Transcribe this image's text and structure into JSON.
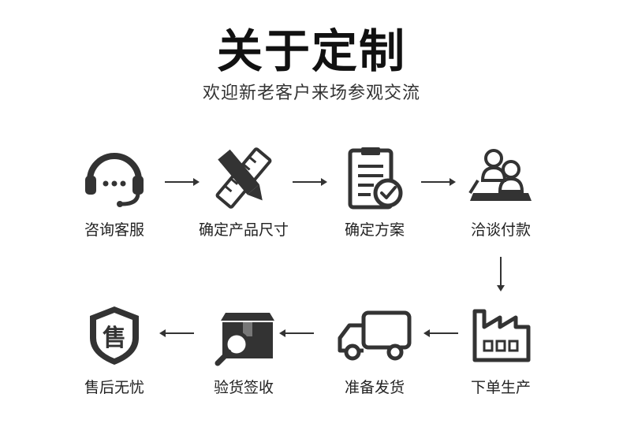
{
  "header": {
    "title": "关于定制",
    "subtitle": "欢迎新老客户来场参观交流"
  },
  "process": {
    "row1": [
      {
        "label": "咨询客服",
        "icon": "headset-icon"
      },
      {
        "label": "确定产品尺寸",
        "icon": "pencil-ruler-icon"
      },
      {
        "label": "确定方案",
        "icon": "clipboard-check-icon"
      },
      {
        "label": "洽谈付款",
        "icon": "meeting-people-icon"
      }
    ],
    "row2": [
      {
        "label": "售后无忧",
        "icon": "after-sales-shield-icon"
      },
      {
        "label": "验货签收",
        "icon": "box-inspect-icon"
      },
      {
        "label": "准备发货",
        "icon": "delivery-truck-icon"
      },
      {
        "label": "下单生产",
        "icon": "factory-icon"
      }
    ]
  },
  "badge_text": "售",
  "colors": {
    "icon": "#333333",
    "text": "#222222",
    "background": "#ffffff"
  }
}
